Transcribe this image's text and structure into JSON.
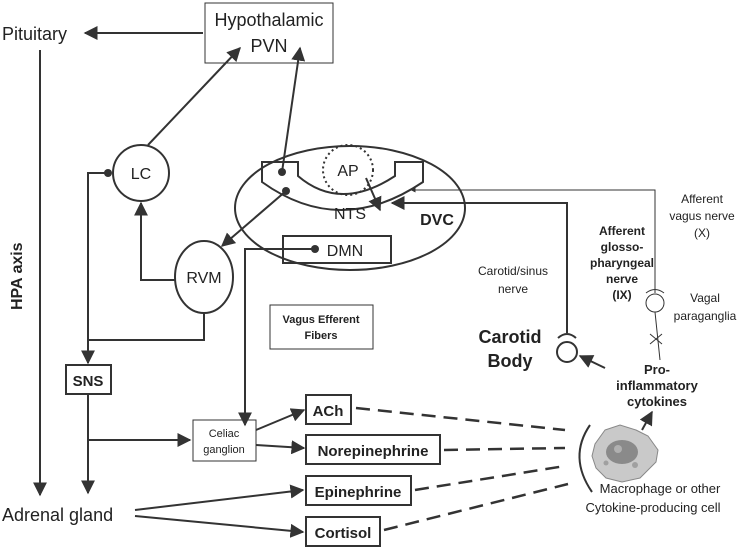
{
  "nodes": {
    "pituitary": "Pituitary",
    "hypothalamic": "Hypothalamic",
    "pvn": "PVN",
    "lc": "LC",
    "ap": "AP",
    "nts": "NTS",
    "dvc": "DVC",
    "dmn": "DMN",
    "rvm": "RVM",
    "hpa_axis": "HPA axis",
    "sns": "SNS",
    "adrenal_gland": "Adrenal gland",
    "celiac_line1": "Celiac",
    "celiac_line2": "ganglion",
    "ach": "ACh",
    "norepinephrine": "Norepinephrine",
    "epinephrine": "Epinephrine",
    "cortisol": "Cortisol",
    "vagus_efferent_line1": "Vagus Efferent",
    "vagus_efferent_line2": "Fibers",
    "afferent_glosso_line1": "Afferent",
    "afferent_glosso_line2": "glosso-",
    "afferent_glosso_line3": "pharyngeal",
    "afferent_glosso_line4": "nerve",
    "afferent_glosso_line5": "(IX)",
    "carotid_sinus_line1": "Carotid/sinus",
    "carotid_sinus_line2": "nerve",
    "carotid_body_line1": "Carotid",
    "carotid_body_line2": "Body",
    "afferent_vagus_line1": "Afferent",
    "afferent_vagus_line2": "vagus nerve",
    "afferent_vagus_line3": "(X)",
    "vagal_para_line1": "Vagal",
    "vagal_para_line2": "paraganglia",
    "proinfl_line1": "Pro-",
    "proinfl_line2": "inflammatory",
    "proinfl_line3": "cytokines",
    "macro_line1": "Macrophage or other",
    "macro_line2": "Cytokine-producing cell"
  }
}
